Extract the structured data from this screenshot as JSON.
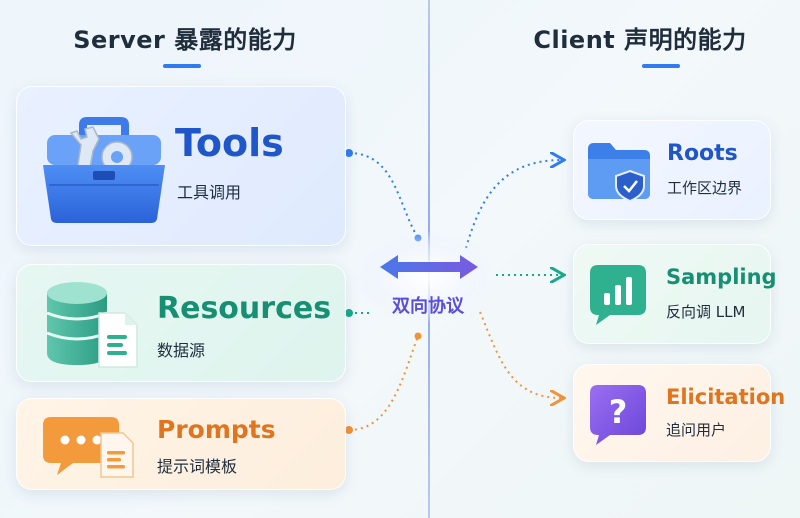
{
  "left_title": "Server 暴露的能力",
  "right_title": "Client 声明的能力",
  "center_label": "双向协议",
  "server_items": [
    {
      "title": "Tools",
      "subtitle": "工具调用",
      "icon": "toolbox-icon",
      "color": "#1f56c8"
    },
    {
      "title": "Resources",
      "subtitle": "数据源",
      "icon": "database-icon",
      "color": "#178f73"
    },
    {
      "title": "Prompts",
      "subtitle": "提示词模板",
      "icon": "chat-bubble-icon",
      "color": "#e0751f"
    }
  ],
  "client_items": [
    {
      "title": "Roots",
      "subtitle": "工作区边界",
      "icon": "folder-shield-icon",
      "color": "#1f56c8"
    },
    {
      "title": "Sampling",
      "subtitle": "反向调 LLM",
      "icon": "chart-bubble-icon",
      "color": "#178f73"
    },
    {
      "title": "Elicitation",
      "subtitle": "追问用户",
      "icon": "question-bubble-icon",
      "color": "#e0751f"
    }
  ],
  "colors": {
    "blue": "#2f7cf0",
    "teal": "#17a989",
    "orange": "#f0933a",
    "purple": "#6a5ae0",
    "divider": "#8fa8ee"
  }
}
